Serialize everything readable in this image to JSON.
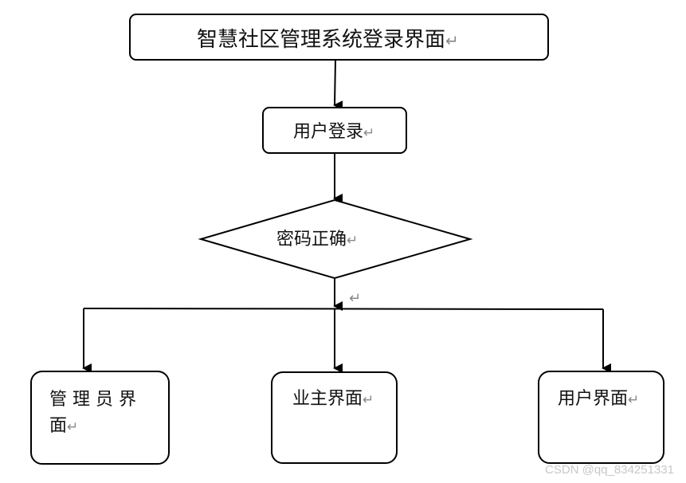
{
  "diagram": {
    "title_box": "智慧社区管理系统登录界面",
    "login_box": "用户登录",
    "decision": "密码正确",
    "branch_mark": "↵",
    "admin_line1": "管 理 员 界",
    "admin_line2": "面",
    "owner_box": "业主界面",
    "user_box": "用户界面",
    "return_mark": "↵"
  },
  "watermark": "CSDN @qq_834251331"
}
